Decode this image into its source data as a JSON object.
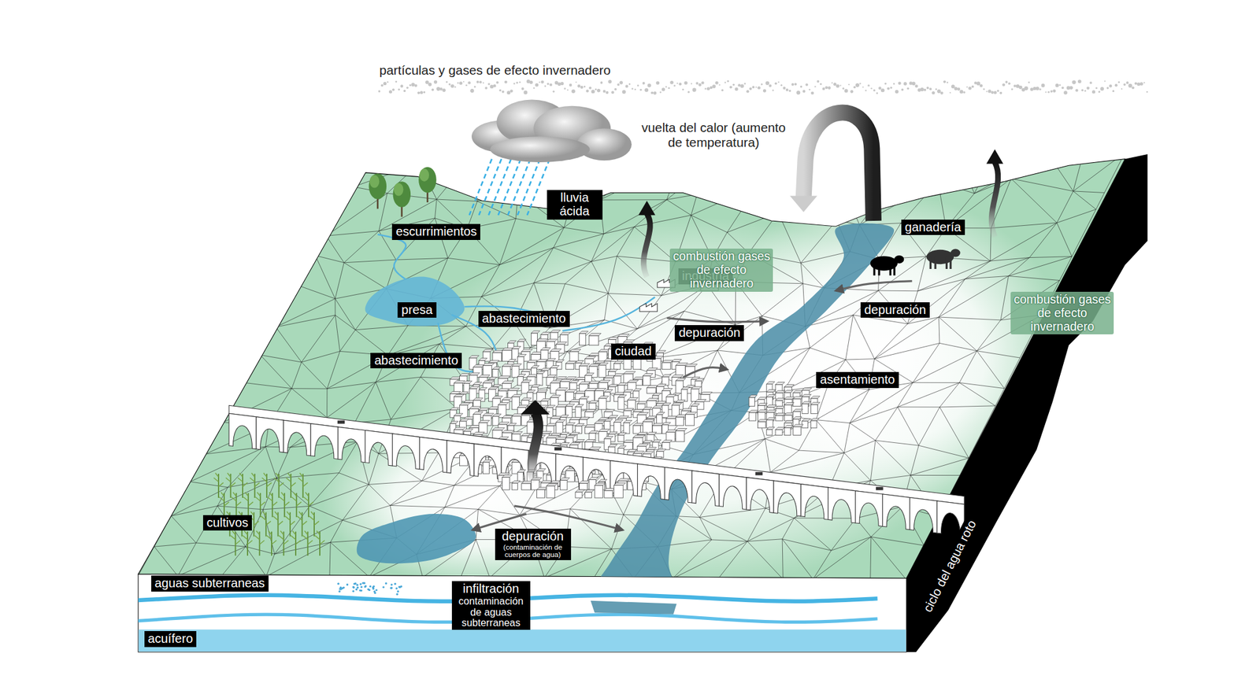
{
  "diagram": {
    "nodes": [
      {
        "text": [
          "lluvia ácida"
        ]
      },
      {
        "text": [
          "escurrimientos"
        ]
      },
      {
        "text": [
          "industria"
        ]
      },
      {
        "text": [
          "presa"
        ]
      },
      {
        "text": [
          "abastecimiento"
        ]
      },
      {
        "text": [
          "depuración"
        ]
      },
      {
        "text": [
          "ciudad"
        ]
      },
      {
        "text": [
          "abastecimiento"
        ]
      },
      {
        "text": [
          "ganadería"
        ]
      },
      {
        "text": [
          "depuración"
        ]
      },
      {
        "text": [
          "asentamiento"
        ]
      },
      {
        "text": [
          "cultivos"
        ]
      },
      {
        "text": [
          "depuración",
          "(contaminación de cuerpos de agua)"
        ]
      },
      {
        "text": [
          "aguas subterraneas"
        ]
      },
      {
        "text": [
          "infiltración",
          "contaminación de aguas subterraneas"
        ]
      },
      {
        "text": [
          "acuífero"
        ]
      },
      {
        "text": [
          "ciclo del agua roto"
        ]
      }
    ],
    "labels": [
      "partículas y gases de efecto invernadero",
      "vuelta del calor (aumento de temperatura)",
      "combustión gases de efecto invernadero",
      "combustión gases de efecto invernadero"
    ]
  }
}
